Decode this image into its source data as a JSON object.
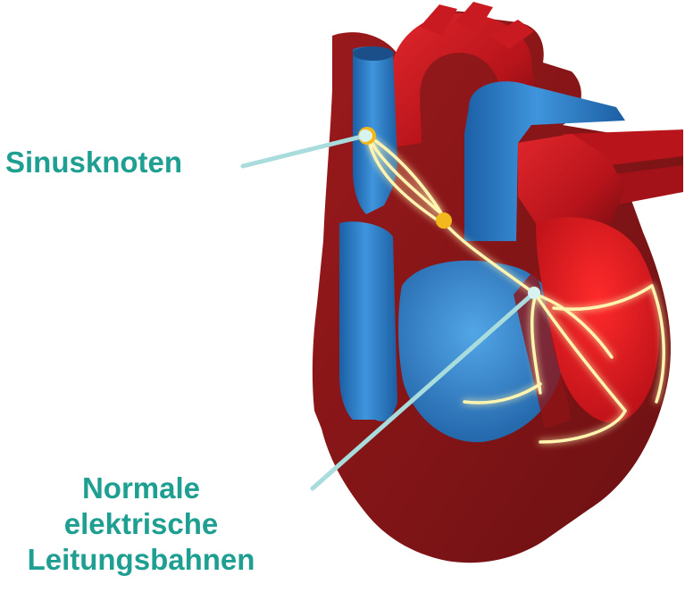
{
  "labels": {
    "sinus_node": "Sinusknoten",
    "conduction_line1": "Normale",
    "conduction_line2": "elektrische",
    "conduction_line3": "Leitungsbahnen"
  },
  "colors": {
    "label_text": "#1f9e92",
    "leader_line": "#a9dcdc",
    "blood_vessel_blue": "#2f7fc6",
    "heart_red": "#c0141c",
    "heart_dark_red": "#7a0e12",
    "conduction_glow": "#fff3a0",
    "node_yellow": "#f2b81c"
  }
}
